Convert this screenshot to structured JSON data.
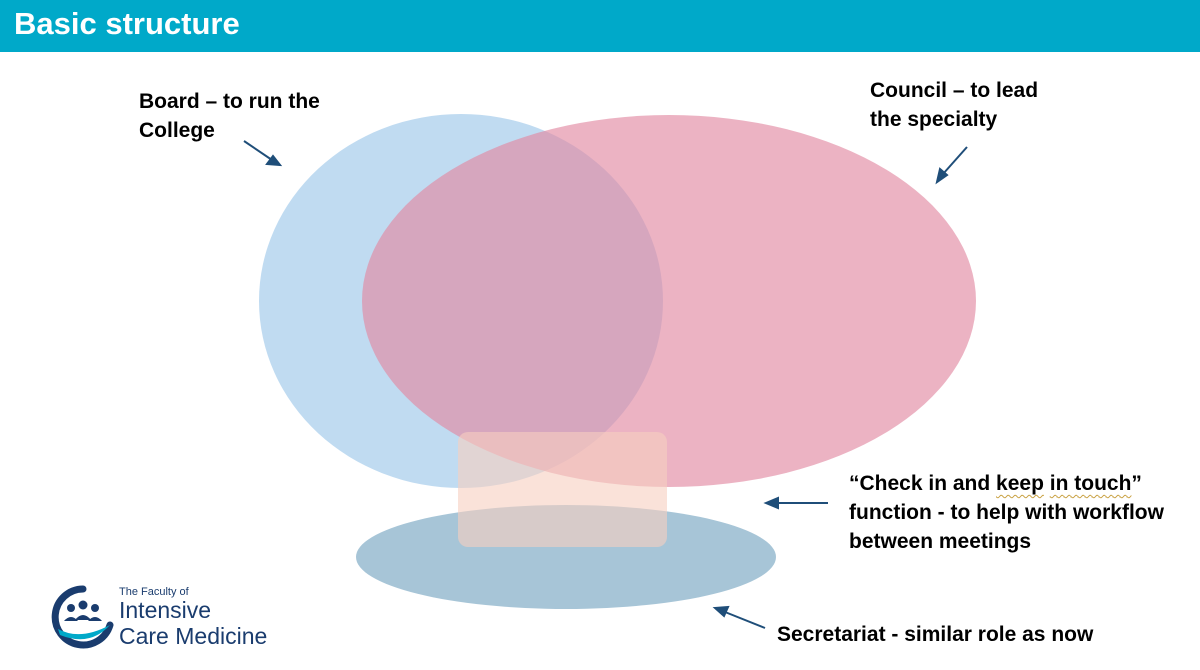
{
  "header": {
    "title": "Basic structure"
  },
  "labels": {
    "board_line1": "Board – to run the",
    "board_line2": "College",
    "council_line1": "Council – to lead",
    "council_line2": "the specialty",
    "checkin_open": "“Check in and ",
    "checkin_keep": "keep",
    "checkin_space": " ",
    "checkin_touch": "in touch",
    "checkin_close": "”",
    "checkin_line2": "function - to help with workflow",
    "checkin_line3": "between meetings",
    "secretariat": "Secretariat - similar role as now"
  },
  "colors": {
    "header": "#00a9c9",
    "board_ellipse": "#b5d5ee",
    "council_ellipse": "#e8a3b6",
    "checkin_box": "#f7cfc0",
    "secretariat_ellipse": "#98bbd0",
    "arrow": "#1f4e79",
    "logo": "#1a3c6e"
  },
  "logo": {
    "small": "The Faculty of",
    "line1": "Intensive",
    "line2": "Care Medicine"
  }
}
